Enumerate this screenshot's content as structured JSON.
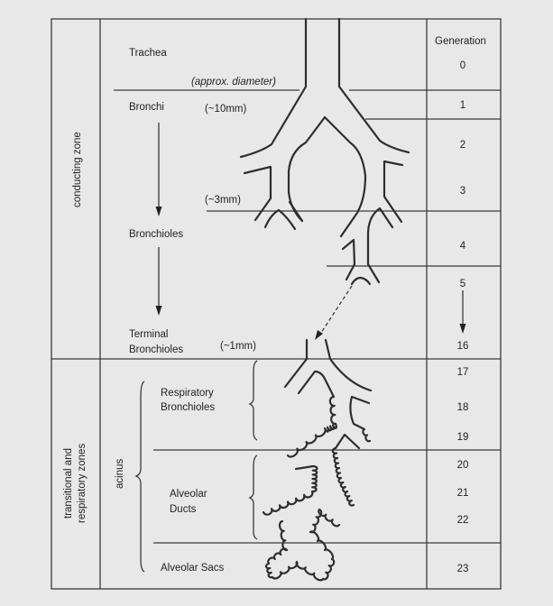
{
  "zones": {
    "conducting": "conducting zone",
    "respiratory_line1": "transitional and",
    "respiratory_line2": "respiratory zones",
    "acinus": "acinus"
  },
  "structures": {
    "trachea": "Trachea",
    "diameter_note": "(approx. diameter)",
    "bronchi": "Bronchi",
    "bronchi_diameter": "(~10mm)",
    "mid_diameter": "(~3mm)",
    "bronchioles": "Bronchioles",
    "terminal_line1": "Terminal",
    "terminal_line2": "Bronchioles",
    "terminal_diameter": "(~1mm)",
    "respiratory_line1": "Respiratory",
    "respiratory_line2": "Bronchioles",
    "ducts_line1": "Alveolar",
    "ducts_line2": "Ducts",
    "sacs": "Alveolar Sacs"
  },
  "generation": {
    "header": "Generation",
    "values": [
      "0",
      "1",
      "2",
      "3",
      "4",
      "5",
      "16",
      "17",
      "18",
      "19",
      "20",
      "21",
      "22",
      "23"
    ]
  }
}
